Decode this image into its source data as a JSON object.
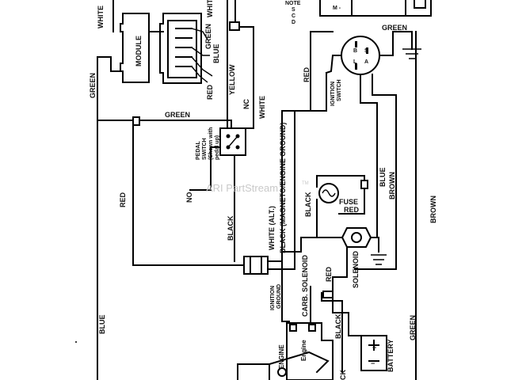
{
  "labels": {
    "white_top": "WHITE",
    "white_top2": "WHITE",
    "module": "MODULE",
    "green_module": "GREEN",
    "blue_module": "BLUE",
    "red_module": "RED",
    "yellow": "YELLOW",
    "white_right": "WHITE",
    "nc": "NC",
    "no": "NO",
    "green_left": "GREEN",
    "green_mid": "GREEN",
    "pedal_switch": "PEDAL",
    "pedal_switch2": "SWITCH",
    "pedal_switch3": "(Shown with",
    "pedal_switch4": "pedal up)",
    "red_left": "RED",
    "blue_left": "BLUE",
    "black_mid": "BLACK",
    "white_alt": "WHITE (ALT.)",
    "black_magneto": "BLACK (MAGNETO/ENGINE GROUND)",
    "red_ign": "RED",
    "ignition_switch": "IGNITION",
    "ignition_switch2": "SWITCH",
    "green_top_right": "GREEN",
    "black_fuse": "BLACK",
    "fuse": "FUSE",
    "red_fuse": "RED",
    "blue_right": "BLUE",
    "brown_right": "BROWN",
    "brown_far": "BROWN",
    "carb_solenoid": "CARB. SOLENOID",
    "solenoid": "SOLENOID",
    "red_sol": "RED",
    "ignition_ground": "IGNITION",
    "ignition_ground2": "GROUND",
    "engine": "ENGINE",
    "engine2": "Engine",
    "black_bat": "BLACK",
    "ck": "CK",
    "battery": "BATTERY",
    "green_bottom": "GREEN",
    "note1": "NOTE",
    "note2": "S",
    "note3": "C",
    "note4": "D",
    "mbox": "M -",
    "b_st": "B",
    "l_st": "L",
    "s_st": "S",
    "a_st": "A",
    "bat_plus": "+",
    "bat_minus": "−"
  },
  "watermark": "ARI PartStream",
  "watermark_tm": "TM"
}
